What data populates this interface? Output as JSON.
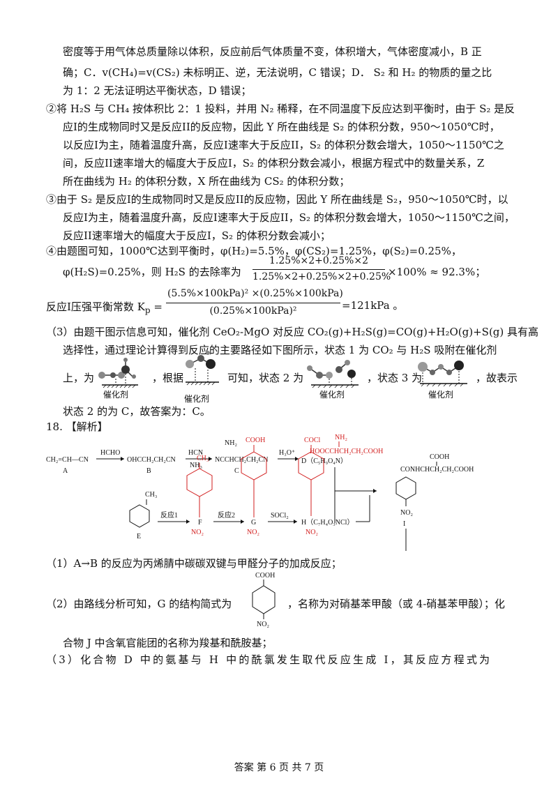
{
  "p1": {
    "l1": "密度等于用气体总质量除以体积，反应前后气体质量不变，体积增大，气体密度减小，B 正",
    "l2": "确；C．v(CH₄)=v(CS₂) 未标明正、逆，无法说明，C 错误；D．  S₂ 和 H₂ 的物质的量之比",
    "l3": "为 1：2 无法证明达平衡状态，D 错误；"
  },
  "p2": {
    "l1": "②将 H₂S 与 CH₄ 按体积比 2：1 投料，并用 N₂ 稀释，在不同温度下反应达到平衡时，由于 S₂ 是反",
    "l2": "应I的生成物同时又是反应II的反应物，因此 Y 所在曲线是 S₂ 的体积分数，950～1050℃时，",
    "l3": "以反应I为主，随着温度升高，反应I速率大于反应II，S₂ 的体积分数会增大，1050～1150℃之",
    "l4": "间，反应II速率增大的幅度大于反应I，S₂ 的体积分数会减小，根据方程式中的数量关系，Z",
    "l5": "所在曲线为 H₂ 的体积分数，X 所在曲线为 CS₂ 的体积分数；"
  },
  "p3": {
    "l1": "③由于 S₂ 是反应I的生成物同时又是反应II的反应物，因此 Y 所在曲线是 S₂，950～1050℃时，以",
    "l2": "反应I为主，随着温度升高，反应I速率大于反应II，S₂ 的体积分数会增大，1050～1150℃之间，",
    "l3": "反应II速率增大的幅度大于反应I，S₂ 的体积分数会减小；"
  },
  "p4": {
    "l1": "④由题图可知，1000℃达到平衡时，φ(H₂)=5.5%，φ(CS₂)=1.25%，φ(S₂)=0.25%，",
    "l2a": "φ(H₂S)=0.25%，则 H₂S 的去除率为",
    "num1": "1.25%×2+0.25%×2",
    "den1": "1.25%×2+0.25%×2+0.25%",
    "tail1": "×100% ≈ 92.3%；",
    "kp_label": "反应I压强平衡常数 K",
    "kp_sub": "p",
    "num2": "(5.5%×100kPa)² ×(0.25%×100kPa)",
    "den2": "(0.25%×100kPa)²",
    "tail2": "=121kPa 。"
  },
  "p5": {
    "l1": "（3）由题干图示信息可知，催化剂 CeO₂-MgO 对反应 CO₂(g)+H₂S(g)=CO(g)+H₂O(g)+S(g) 具有高",
    "l2": "选择性，通过理论计算得到反应的主要路径如下图所示，状态 1 为 CO₂ 与 H₂S 吸附在催化剂",
    "l3a": "上，为",
    "l3b": "，根据",
    "l3c": "可知，状态 2 为",
    "l3d": "，状态 3 为",
    "l3e": "，故表示",
    "catalyst": "催化剂",
    "l4": "状态 2 的为 C，故答案为：C。"
  },
  "q18": {
    "title": "18. 【解析】"
  },
  "scheme": {
    "A_formula": "CH₂=CH—CN",
    "A": "A",
    "r1": "HCHO",
    "B_formula": "OHCCH₂CH₂CN",
    "B": "B",
    "r2a": "HCN",
    "r2b": "NH₃",
    "C_top": "NH₂",
    "C_formula": "NCCHCH₂CH₂CN",
    "C": "C",
    "r3": "H₃O⁺",
    "D_top": "NH₂",
    "D_red": "HOOCCHCH₂CH₂COOH",
    "D_formula": "D（C₅H₉O₄N）",
    "I_top": "COOH",
    "I_formula": "CONHCHCH₂CH₂COOH",
    "I_sub": "NO₂",
    "I": "I",
    "E": "E",
    "E_sub": "CH₃",
    "r4": "反应1",
    "F_top": "CH₃",
    "F": "F",
    "F_sub": "NO₂",
    "r5": "反应2",
    "G_top": "COOH",
    "G": "G",
    "G_sub": "NO₂",
    "r6": "SOCl₂",
    "H_top": "COCl",
    "H_formula": "H（C₇H₄O₃NCl）",
    "H_sub": "NO₂"
  },
  "q18a": {
    "l1": "（1）A→B 的反应为丙烯腈中碳碳双键与甲醛分子的加成反应；",
    "l2a": "（2）由路线分析可知，G 的结构简式为",
    "l2b": "，名称为对硝基苯甲酸（或 4-硝基苯甲酸）；化",
    "G_top": "COOH",
    "G_sub": "NO₂",
    "l3": "合物 J 中含氧官能团的名称为羧基和酰胺基；",
    "l4": "（3）化合物 D 中的氨基与 H 中的酰氯发生取代反应生成 I，其反应方程式为"
  },
  "footer": "答案 第 6 页 共 7 页"
}
